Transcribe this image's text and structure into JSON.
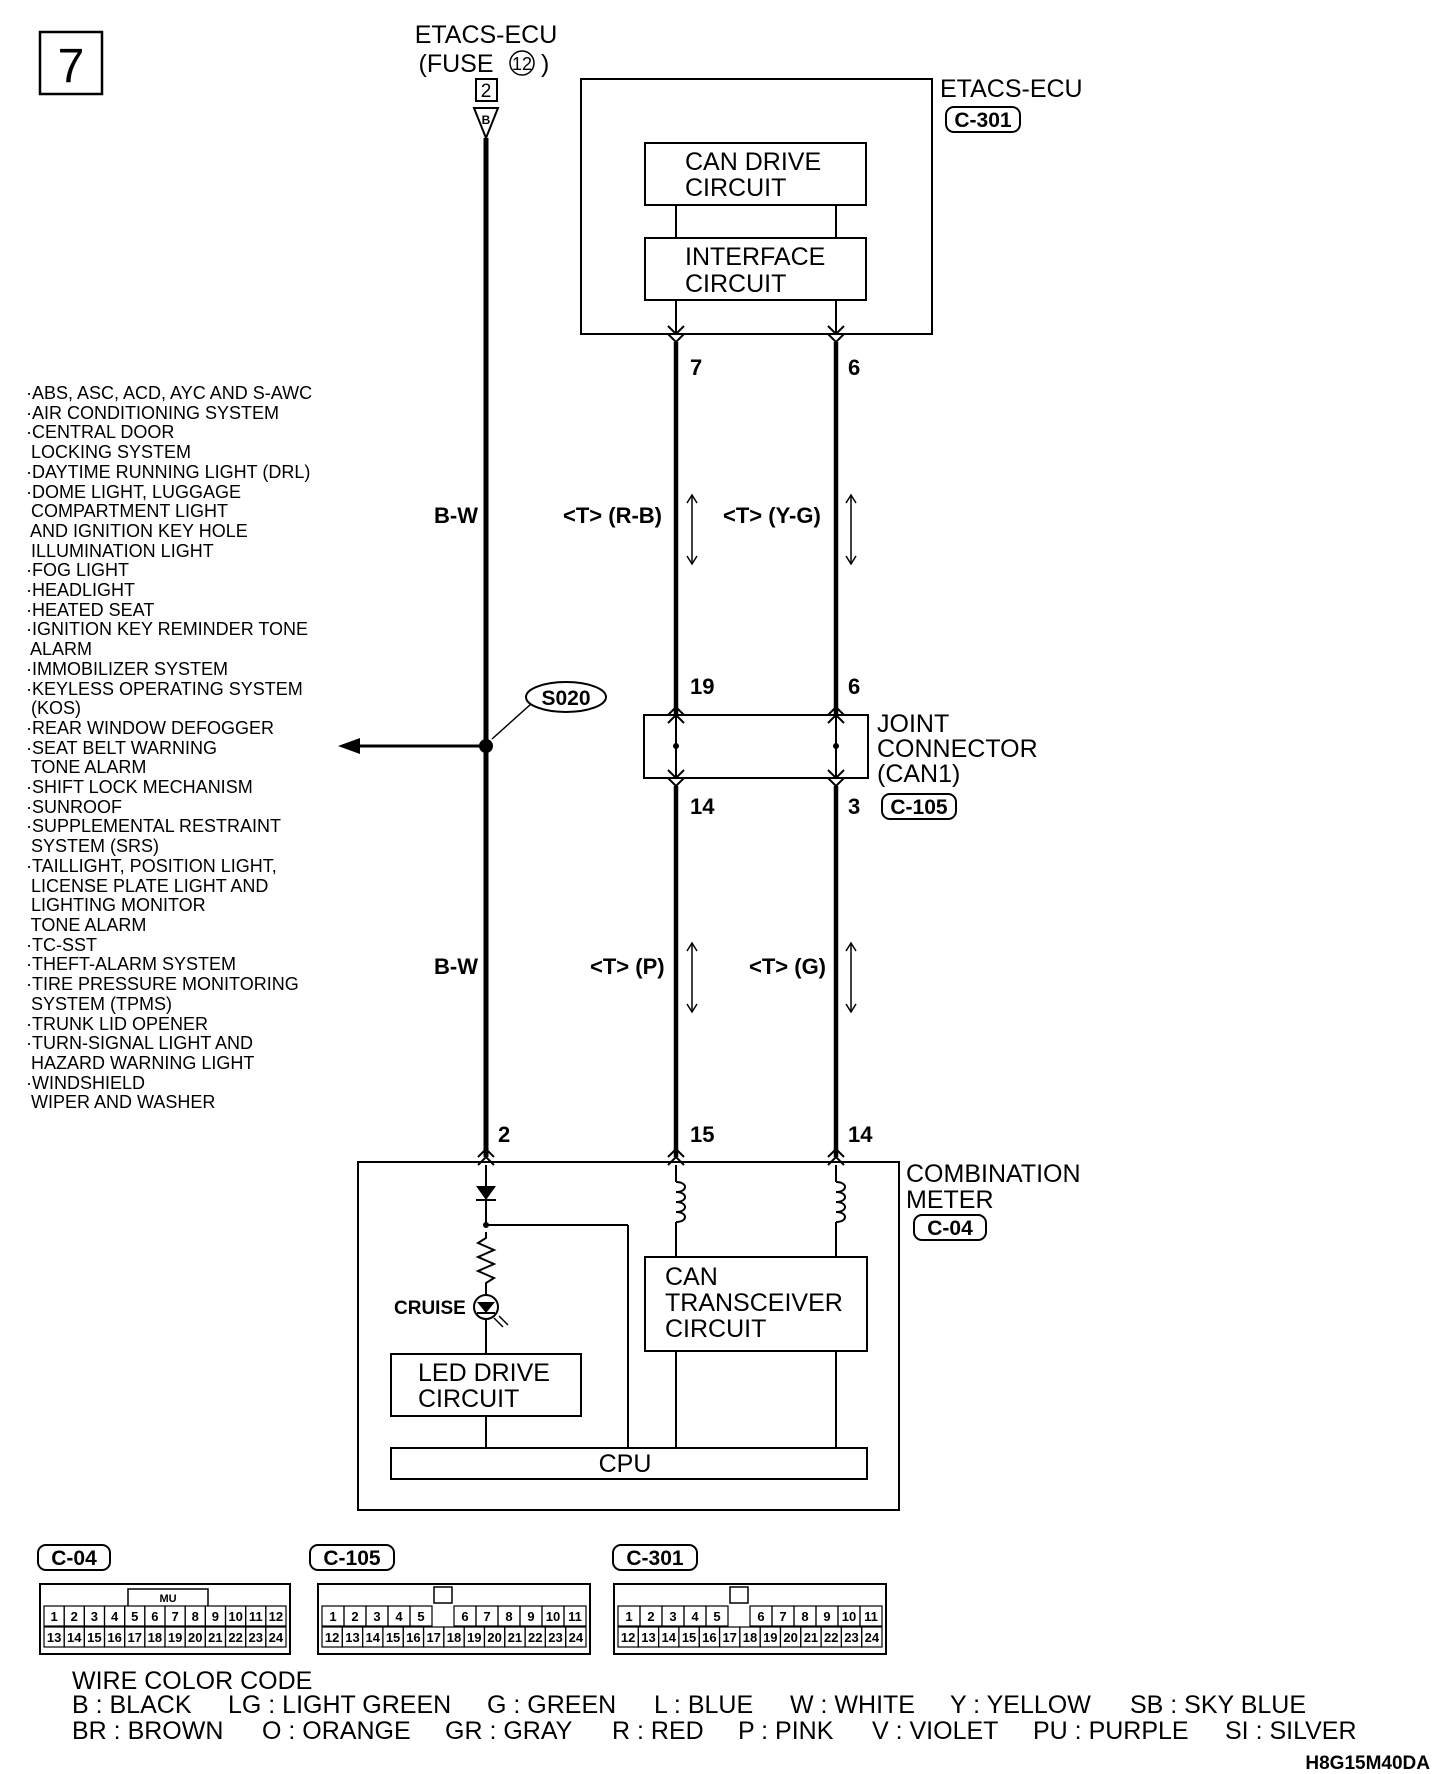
{
  "page_number": "7",
  "source": {
    "title": "ETACS-ECU",
    "fuse": "(FUSE",
    "fuse_num": "12",
    "fuse_close": ")",
    "pin": "2",
    "conn_letter": "B"
  },
  "etacs": {
    "title": "ETACS-ECU",
    "connector": "C-301",
    "can_drive": [
      "CAN DRIVE",
      "CIRCUIT"
    ],
    "interface": [
      "INTERFACE",
      "CIRCUIT"
    ],
    "pin_left": "7",
    "pin_right": "6"
  },
  "wires": {
    "bw_top": "B-W",
    "bw_bottom": "B-W",
    "can_top_left": "<T> (R-B)",
    "can_top_right": "<T> (Y-G)",
    "can_bottom_left": "<T> (P)",
    "can_bottom_right": "<T> (G)"
  },
  "splice": {
    "label": "S020"
  },
  "joint": {
    "title": [
      "JOINT",
      "CONNECTOR",
      "(CAN1)"
    ],
    "connector": "C-105",
    "pin_tl": "19",
    "pin_tr": "6",
    "pin_bl": "14",
    "pin_br": "3"
  },
  "meter": {
    "title": [
      "COMBINATION",
      "METER"
    ],
    "connector": "C-04",
    "pin_left": "2",
    "pin_mid": "15",
    "pin_right": "14",
    "cruise": "CRUISE",
    "led_drive": [
      "LED DRIVE",
      "CIRCUIT"
    ],
    "can_trans": [
      "CAN",
      "TRANSCEIVER",
      "CIRCUIT"
    ],
    "cpu": "CPU"
  },
  "systems": [
    "·ABS, ASC, ACD, AYC AND S-AWC",
    "·AIR CONDITIONING SYSTEM",
    "·CENTRAL DOOR",
    " LOCKING SYSTEM",
    "·DAYTIME RUNNING LIGHT (DRL)",
    "·DOME LIGHT, LUGGAGE",
    " COMPARTMENT LIGHT",
    " AND IGNITION KEY HOLE",
    " ILLUMINATION LIGHT",
    "·FOG LIGHT",
    "·HEADLIGHT",
    "·HEATED SEAT",
    "·IGNITION KEY REMINDER TONE",
    " ALARM",
    "·IMMOBILIZER SYSTEM",
    "·KEYLESS OPERATING SYSTEM",
    " (KOS)",
    "·REAR WINDOW DEFOGGER",
    "·SEAT BELT WARNING",
    " TONE ALARM",
    "·SHIFT LOCK MECHANISM",
    "·SUNROOF",
    "·SUPPLEMENTAL RESTRAINT",
    " SYSTEM (SRS)",
    "·TAILLIGHT, POSITION LIGHT,",
    " LICENSE PLATE LIGHT AND",
    " LIGHTING MONITOR",
    " TONE ALARM",
    "·TC-SST",
    "·THEFT-ALARM SYSTEM",
    "·TIRE PRESSURE MONITORING",
    " SYSTEM (TPMS)",
    "·TRUNK LID OPENER",
    "·TURN-SIGNAL LIGHT AND",
    " HAZARD WARNING LIGHT",
    "·WINDSHIELD",
    " WIPER AND WASHER"
  ],
  "connectors": [
    {
      "label": "C-04",
      "tag": "MU",
      "row1": [
        "1",
        "2",
        "3",
        "4",
        "5",
        "6",
        "7",
        "8",
        "9",
        "10",
        "11",
        "12"
      ],
      "row2": [
        "13",
        "14",
        "15",
        "16",
        "17",
        "18",
        "19",
        "20",
        "21",
        "22",
        "23",
        "24"
      ]
    },
    {
      "label": "C-105",
      "row1": [
        "1",
        "2",
        "3",
        "4",
        "5",
        "",
        "6",
        "7",
        "8",
        "9",
        "10",
        "11"
      ],
      "row2": [
        "12",
        "13",
        "14",
        "15",
        "16",
        "17",
        "18",
        "19",
        "20",
        "21",
        "22",
        "23",
        "24"
      ]
    },
    {
      "label": "C-301",
      "row1": [
        "1",
        "2",
        "3",
        "4",
        "5",
        "",
        "6",
        "7",
        "8",
        "9",
        "10",
        "11"
      ],
      "row2": [
        "12",
        "13",
        "14",
        "15",
        "16",
        "17",
        "18",
        "19",
        "20",
        "21",
        "22",
        "23",
        "24"
      ]
    }
  ],
  "wire_code": {
    "title": "WIRE COLOR CODE",
    "line1": [
      "B : BLACK",
      "LG : LIGHT GREEN",
      "G : GREEN",
      "L : BLUE",
      "W : WHITE",
      "Y : YELLOW",
      "SB : SKY BLUE"
    ],
    "line2": [
      "BR : BROWN",
      "O : ORANGE",
      "GR : GRAY",
      "R : RED",
      "P : PINK",
      "V : VIOLET",
      "PU : PURPLE",
      "SI : SILVER"
    ]
  },
  "figure_code": "H8G15M40DA"
}
